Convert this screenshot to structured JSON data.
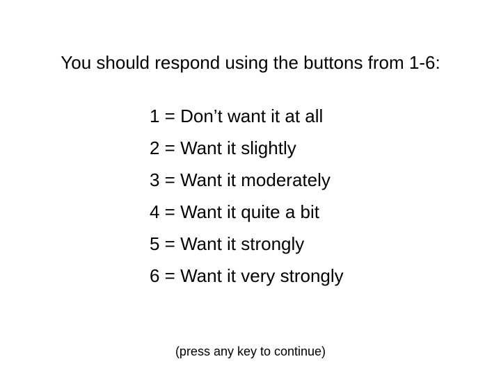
{
  "instruction": "You should respond using the buttons from 1-6:",
  "scale": [
    "1 = Don’t want it at all",
    "2 = Want it slightly",
    "3 = Want it moderately",
    "4 = Want it quite a bit",
    "5 = Want it strongly",
    "6 = Want it very strongly"
  ],
  "continue_hint": "(press any key to continue)",
  "colors": {
    "background": "#ffffff",
    "text": "#000000"
  }
}
